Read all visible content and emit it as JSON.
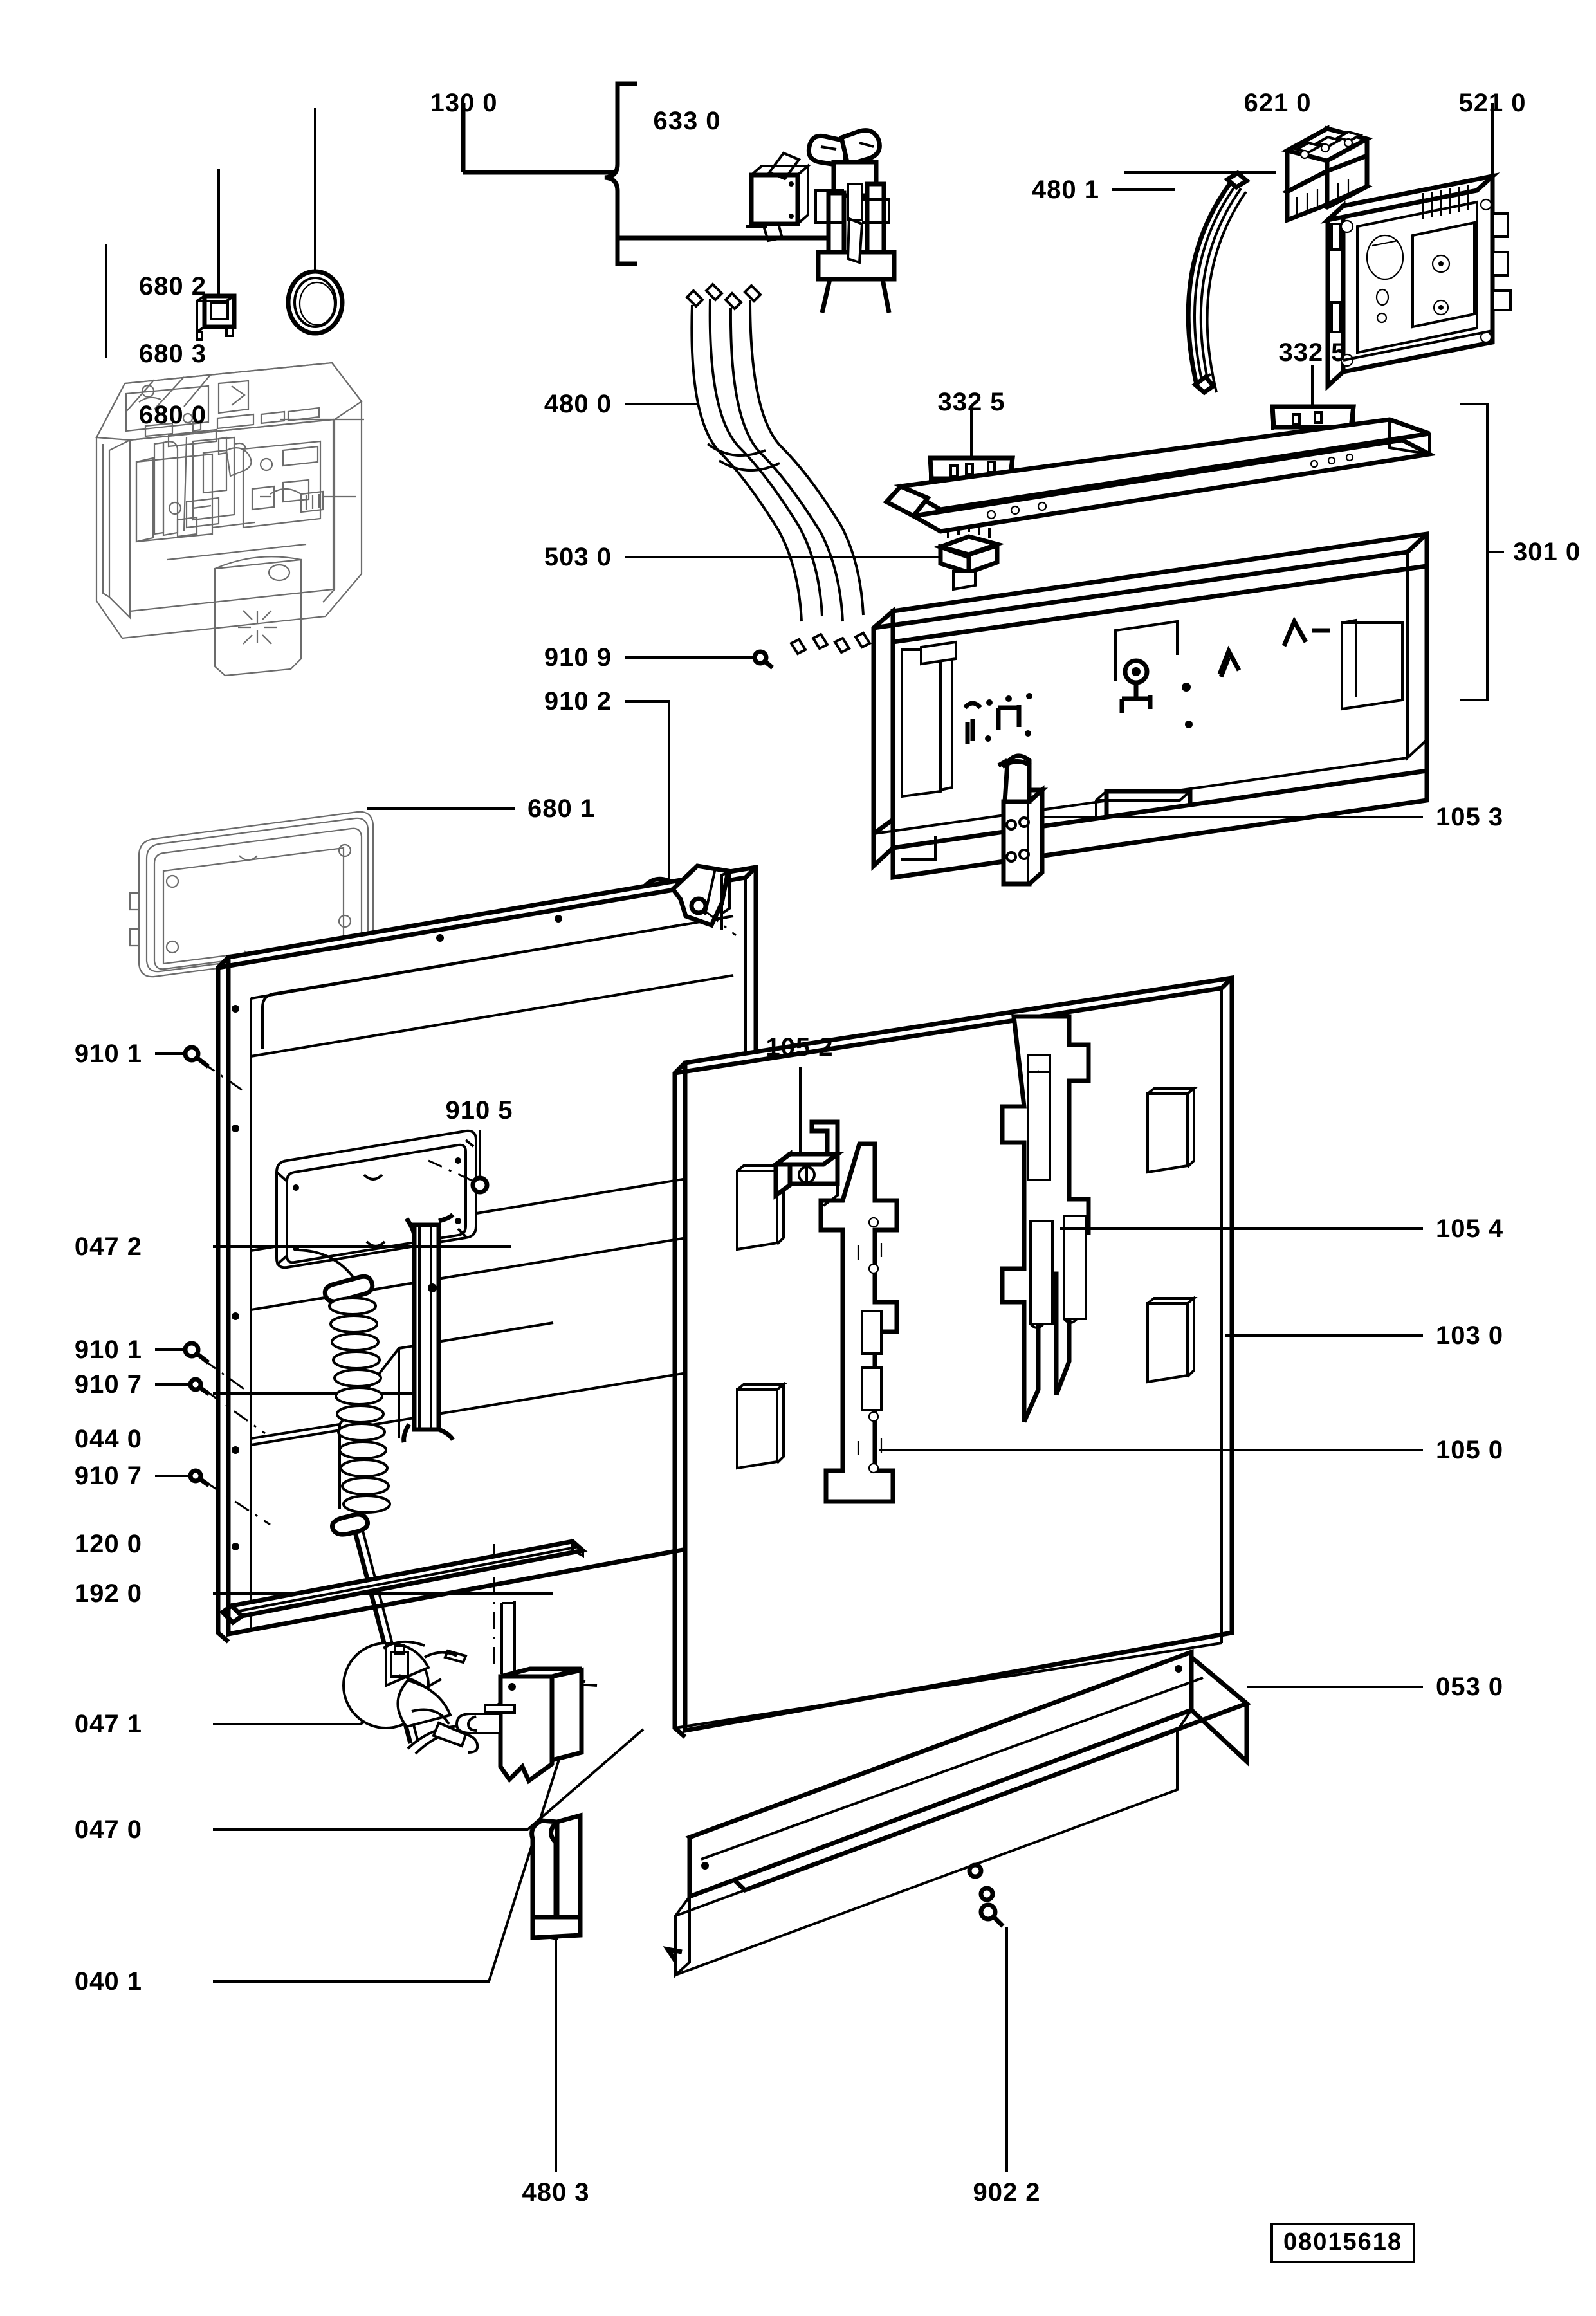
{
  "document": {
    "type": "exploded-parts-diagram",
    "subject": "Dishwasher door assembly",
    "diagram_id": "08015618"
  },
  "labels": {
    "group_130_0": "130 0",
    "part_633_0": "633 0",
    "part_621_0": "621 0",
    "part_521_0": "521 0",
    "part_480_1": "480 1",
    "part_480_0": "480 0",
    "part_503_0": "503 0",
    "part_910_9": "910 9",
    "part_910_2": "910 2",
    "part_332_5_left": "332 5",
    "part_332_5_right": "332 5",
    "part_301_0": "301 0",
    "part_680_2": "680 2",
    "part_680_3": "680 3",
    "part_680_0": "680 0",
    "part_680_1": "680 1",
    "part_105_3": "105 3",
    "part_910_1_upper": "910 1",
    "part_910_5": "910 5",
    "part_105_2": "105 2",
    "part_047_2": "047 2",
    "part_910_1_lower": "910 1",
    "part_910_7_upper": "910 7",
    "part_044_0": "044 0",
    "part_910_7_lower": "910 7",
    "part_120_0": "120 0",
    "part_192_0": "192 0",
    "part_047_1": "047 1",
    "part_047_0": "047 0",
    "part_040_1": "040 1",
    "part_105_4": "105 4",
    "part_103_0": "103 0",
    "part_105_0": "105 0",
    "part_053_0": "053 0",
    "part_480_3": "480 3",
    "part_902_2": "902 2"
  },
  "parts_list": [
    {
      "code": "130 0",
      "role": "assembly-group-bracket",
      "side": "top-left"
    },
    {
      "code": "633 0",
      "role": "micro-switch",
      "side": "top-center"
    },
    {
      "code": "621 0",
      "role": "relay-connector-block",
      "side": "top-right"
    },
    {
      "code": "521 0",
      "role": "electronic-control-module",
      "side": "top-right"
    },
    {
      "code": "480 1",
      "role": "ribbon-wiring-harness",
      "side": "top-right"
    },
    {
      "code": "480 0",
      "role": "wiring-harness",
      "side": "upper-center"
    },
    {
      "code": "503 0",
      "role": "cable-clip",
      "side": "center"
    },
    {
      "code": "910 9",
      "role": "screw",
      "side": "center-left"
    },
    {
      "code": "910 2",
      "role": "screw",
      "side": "center-left"
    },
    {
      "code": "332 5",
      "role": "mounting-clip-bracket",
      "side": "upper-right"
    },
    {
      "code": "301 0",
      "role": "control-panel-fascia",
      "side": "right"
    },
    {
      "code": "680 2",
      "role": "sealing-ring",
      "side": "left"
    },
    {
      "code": "680 3",
      "role": "retaining-clip",
      "side": "left"
    },
    {
      "code": "680 0",
      "role": "detergent-dispenser",
      "side": "left"
    },
    {
      "code": "680 1",
      "role": "dispenser-gasket-frame",
      "side": "left"
    },
    {
      "code": "105 3",
      "role": "hinge-bracket",
      "side": "center-right"
    },
    {
      "code": "910 1",
      "role": "screw",
      "side": "left"
    },
    {
      "code": "910 5",
      "role": "screw",
      "side": "center"
    },
    {
      "code": "105 2",
      "role": "latch-catch-clip",
      "side": "center"
    },
    {
      "code": "047 2",
      "role": "door-balance-spring",
      "side": "left"
    },
    {
      "code": "910 7",
      "role": "washer-screw",
      "side": "left"
    },
    {
      "code": "044 0",
      "role": "door-spring-guide-rail",
      "side": "left"
    },
    {
      "code": "120 0",
      "role": "outer-door-panel",
      "side": "left"
    },
    {
      "code": "192 0",
      "role": "door-trim-strip",
      "side": "left"
    },
    {
      "code": "047 1",
      "role": "cable-pulley-wheel",
      "side": "lower-left"
    },
    {
      "code": "047 0",
      "role": "door-balance-cable",
      "side": "lower-left"
    },
    {
      "code": "040 1",
      "role": "hinge-mounting-plate",
      "side": "lower-left"
    },
    {
      "code": "105 4",
      "role": "upper-mounting-rail",
      "side": "right"
    },
    {
      "code": "103 0",
      "role": "inner-door-panel",
      "side": "right"
    },
    {
      "code": "105 0",
      "role": "lower-mounting-rail",
      "side": "right"
    },
    {
      "code": "053 0",
      "role": "base-kick-plate",
      "side": "lower-right"
    },
    {
      "code": "480 3",
      "role": "angle-bracket",
      "side": "bottom-center"
    },
    {
      "code": "902 2",
      "role": "screw",
      "side": "bottom-center"
    }
  ],
  "colors": {
    "ink": "#000000",
    "secondary_ink": "#6b6b6b",
    "background": "#ffffff"
  }
}
